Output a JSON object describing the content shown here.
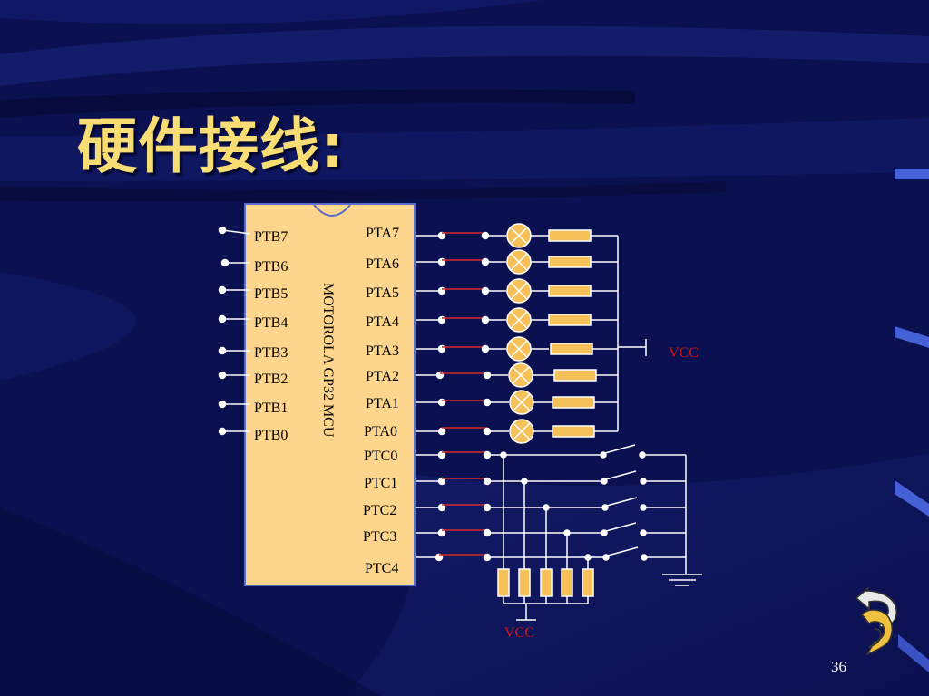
{
  "slide": {
    "title": "硬件接线:",
    "page_number": "36"
  },
  "chip": {
    "label": "MOTOROLA GP32 MCU",
    "left_pins": [
      "PTB7",
      "PTB6",
      "PTB5",
      "PTB4",
      "PTB3",
      "PTB2",
      "PTB1",
      "PTB0"
    ],
    "right_pins": [
      "PTA7",
      "PTA6",
      "PTA5",
      "PTA4",
      "PTA3",
      "PTA2",
      "PTA1",
      "PTA0",
      "PTC0",
      "PTC1",
      "PTC2",
      "PTC3",
      "PTC4"
    ]
  },
  "labels": {
    "vcc_led": "VCC",
    "vcc_keys": "VCC"
  },
  "colors": {
    "background": "#0b1050",
    "title": "#f8dc74",
    "chip_fill": "#fdd58d",
    "resistor_fill": "#f7c15a",
    "vcc_text": "#d21414",
    "red_wire": "#d22a2a",
    "white_wire": "#ffffff"
  },
  "icons": {
    "led": "lamp-x-circle",
    "resistor": "resistor-rect",
    "switch": "push-switch",
    "ground": "ground-symbol",
    "nav": "return-arrow-icon"
  }
}
